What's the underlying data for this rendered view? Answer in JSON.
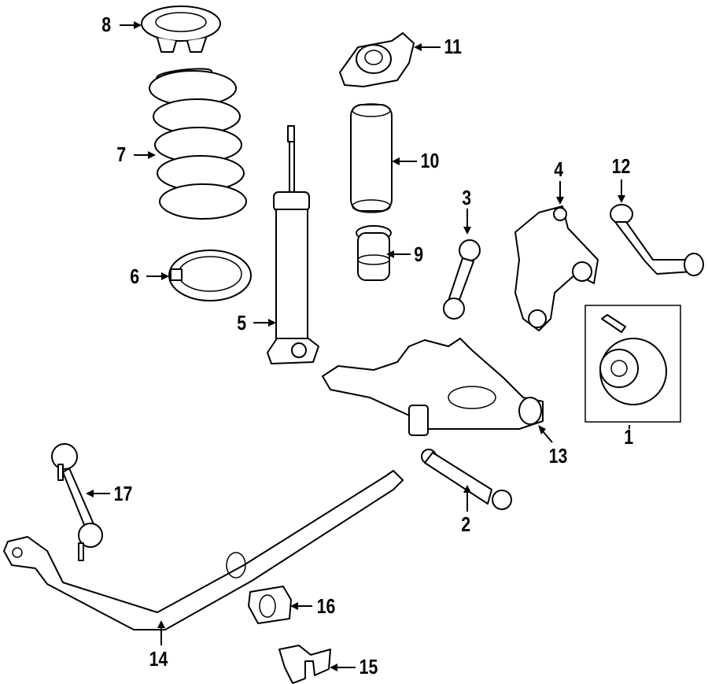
{
  "parts": [
    {
      "id": "hub",
      "label": "1"
    },
    {
      "id": "lower-control-arm",
      "label": "2"
    },
    {
      "id": "toe-link",
      "label": "3"
    },
    {
      "id": "knuckle",
      "label": "4"
    },
    {
      "id": "shock-absorber",
      "label": "5"
    },
    {
      "id": "lower-spring-insulator",
      "label": "6"
    },
    {
      "id": "coil-spring",
      "label": "7"
    },
    {
      "id": "upper-spring-seat",
      "label": "8"
    },
    {
      "id": "bump-stop",
      "label": "9"
    },
    {
      "id": "dust-boot",
      "label": "10"
    },
    {
      "id": "shock-mount",
      "label": "11"
    },
    {
      "id": "upper-control-arm",
      "label": "12"
    },
    {
      "id": "subframe",
      "label": "13"
    },
    {
      "id": "stabilizer-bar",
      "label": "14"
    },
    {
      "id": "stabilizer-bracket",
      "label": "15"
    },
    {
      "id": "stabilizer-bushing",
      "label": "16"
    },
    {
      "id": "stabilizer-link",
      "label": "17"
    }
  ]
}
